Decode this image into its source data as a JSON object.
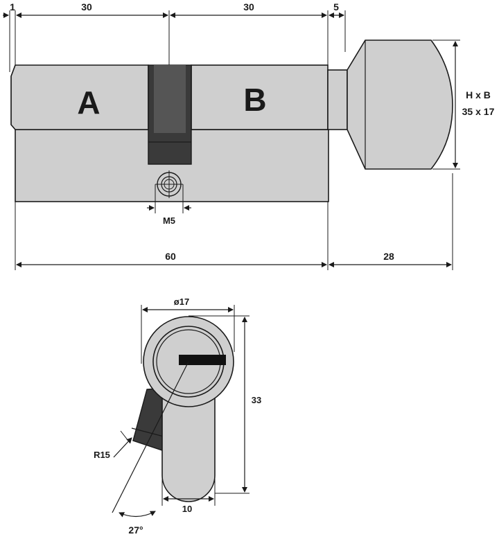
{
  "side_view": {
    "label_a": "A",
    "label_b": "B",
    "dim_edge": "1",
    "dim_a": "30",
    "dim_b": "30",
    "dim_gap": "5",
    "dim_screw": "M5",
    "dim_total": "60",
    "dim_knob": "28",
    "knob_size_title": "H x B",
    "knob_size_value": "35 x 17"
  },
  "front_view": {
    "dim_diameter": "ø17",
    "dim_height": "33",
    "dim_width": "10",
    "dim_radius": "R15",
    "dim_angle": "27°"
  },
  "colors": {
    "body": "#cfcfcf",
    "cam": "#3a3a3a",
    "line": "#1a1a1a"
  }
}
